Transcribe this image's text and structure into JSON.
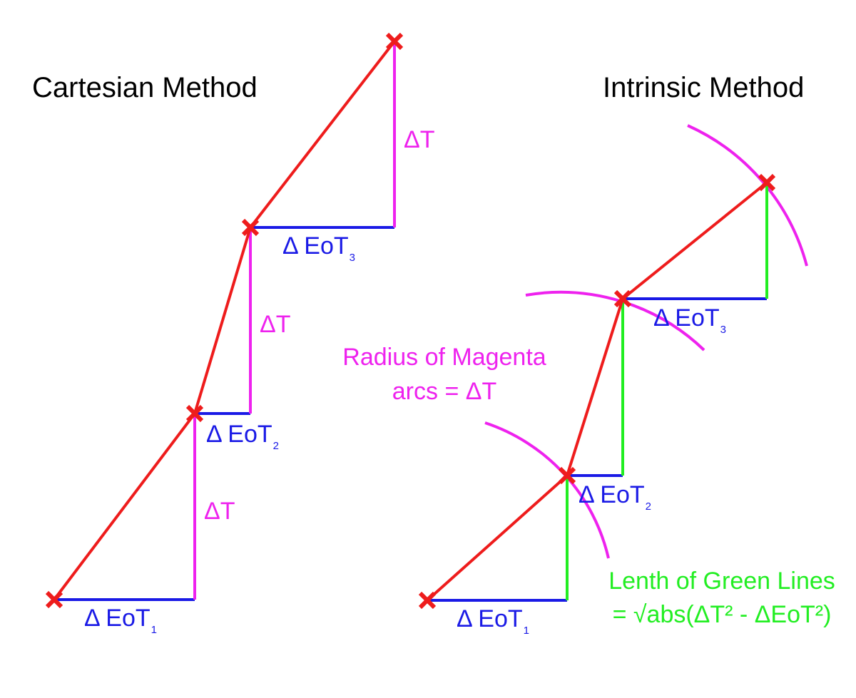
{
  "left_panel": {
    "title": "Cartesian Method",
    "eot_labels": [
      {
        "main": "Δ EoT",
        "sub": "1"
      },
      {
        "main": "Δ EoT",
        "sub": "2"
      },
      {
        "main": "Δ EoT",
        "sub": "3"
      }
    ],
    "dt_labels": [
      "ΔT",
      "ΔT",
      "ΔT"
    ]
  },
  "right_panel": {
    "title": "Intrinsic Method",
    "eot_labels": [
      {
        "main": "Δ EoT",
        "sub": "1"
      },
      {
        "main": "Δ EoT",
        "sub": "2"
      },
      {
        "main": "Δ EoT",
        "sub": "3"
      }
    ],
    "radius_note": [
      "Radius of Magenta",
      "arcs = ΔT"
    ],
    "green_note": [
      "Lenth of Green Lines",
      "= √abs(ΔT² - ΔEoT²)"
    ]
  },
  "colors": {
    "path": "#ee1c1c",
    "eot": "#1a1ae6",
    "delta_t": "#ee22ee",
    "green": "#22ee22",
    "text": "#000000"
  }
}
